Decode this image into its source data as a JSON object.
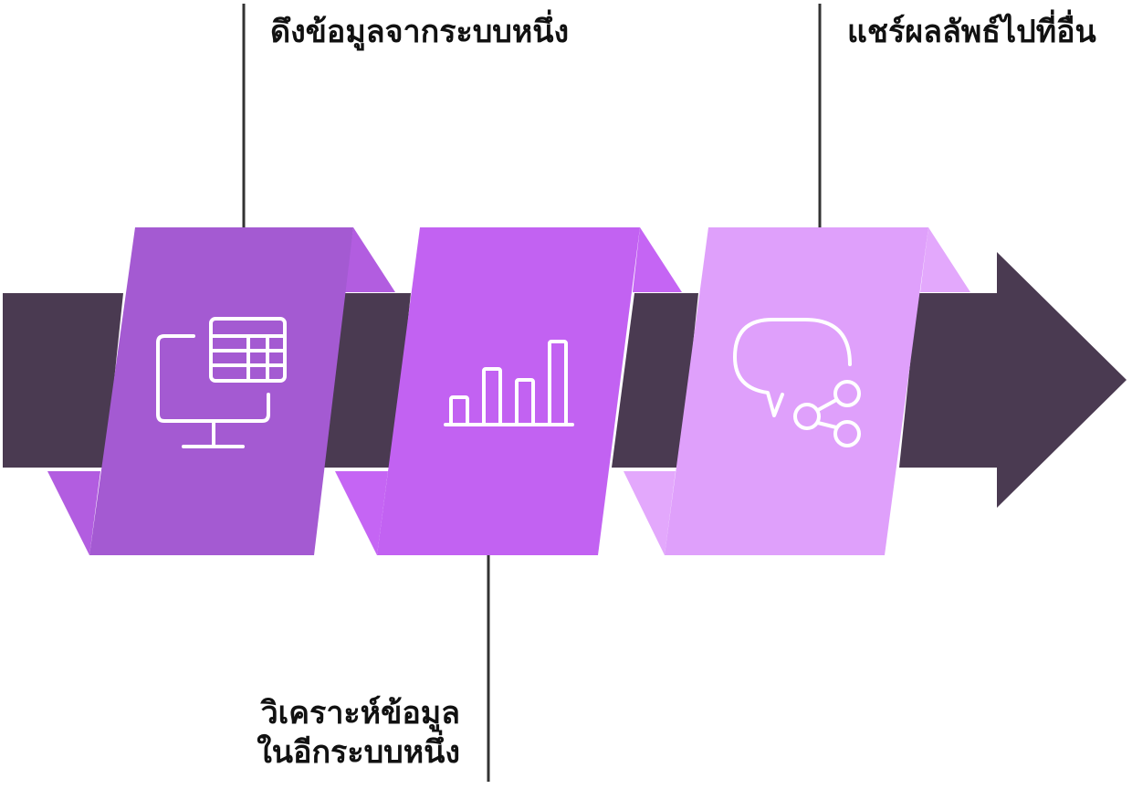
{
  "colors": {
    "arrow": "#4a3a51",
    "step1": "#a45ad2",
    "step1_fold": "#b25de0",
    "step2": "#c262f2",
    "step2_fold": "#c565f4",
    "step3": "#dfa0fb",
    "step3_fold": "#e3a8fc",
    "connector": "#333333",
    "icon_stroke": "#ffffff"
  },
  "steps": [
    {
      "id": "step-1",
      "icon": "monitor-spreadsheet-icon",
      "label_lines": [
        "ดึงข้อมูลจากระบบหนึ่ง"
      ]
    },
    {
      "id": "step-2",
      "icon": "bar-chart-icon",
      "label_lines": [
        "วิเคราะห์ข้อมูล",
        "ในอีกระบบหนึ่ง"
      ]
    },
    {
      "id": "step-3",
      "icon": "chat-share-icon",
      "label_lines": [
        "แชร์ผลลัพธ์ไปที่อื่น"
      ]
    }
  ]
}
